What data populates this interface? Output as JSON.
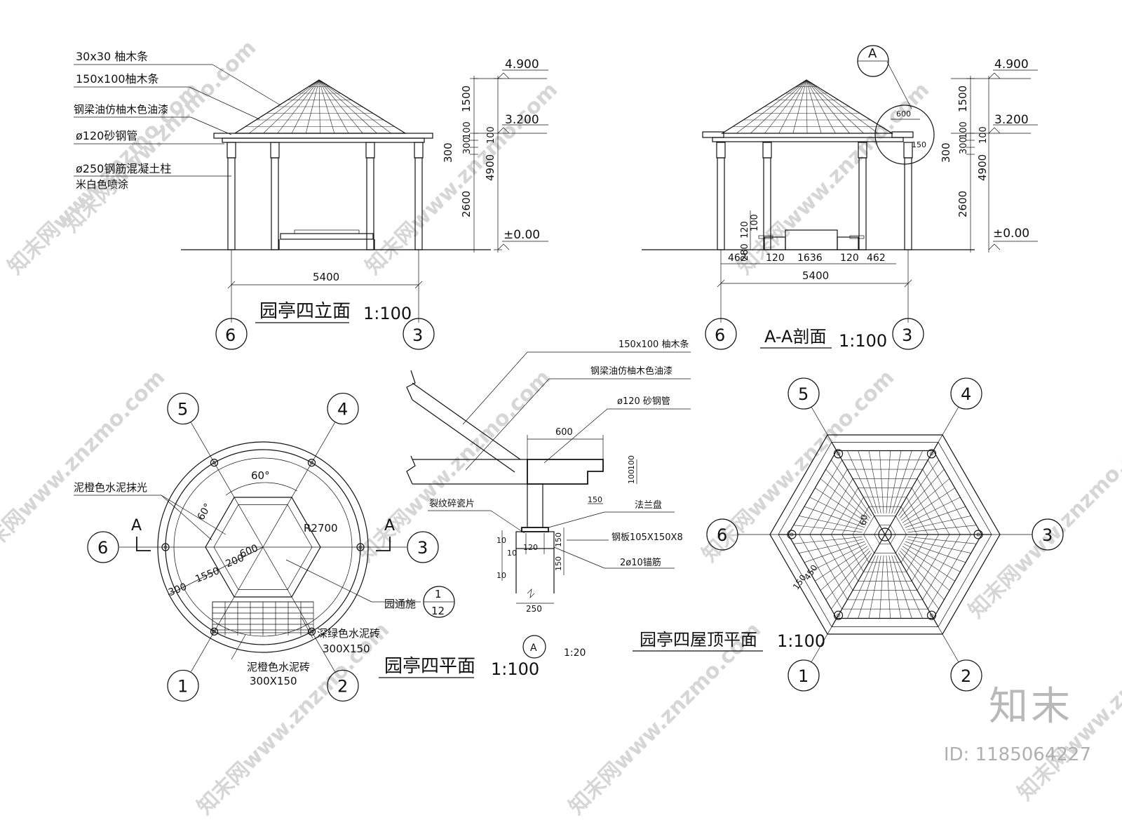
{
  "elevation": {
    "labels": [
      "30x30  柚木条",
      "150x100柚木条",
      "钢梁油仿柚木色油漆",
      "ø120砂钢管",
      "ø250钢筋混凝土柱",
      "米白色喷涂"
    ],
    "levels": [
      "4.900",
      "3.200",
      "±0.00"
    ],
    "dims_vertical": [
      "1500",
      "100",
      "300",
      "100",
      "2600",
      "300",
      "4900"
    ],
    "width": "5400",
    "title": "园亭四立面",
    "scale": "1:100",
    "axis_left": "6",
    "axis_right": "3"
  },
  "section": {
    "callout_letter": "A",
    "detail_dims": [
      "600",
      "150"
    ],
    "levels": [
      "4.900",
      "3.200",
      "±0.00"
    ],
    "dims_vertical": [
      "1500",
      "100",
      "300",
      "100",
      "2600",
      "300",
      "4900"
    ],
    "bench_dims_v": [
      "120",
      "100",
      "280"
    ],
    "bench_dims_h": [
      "462",
      "120",
      "1636",
      "120",
      "462"
    ],
    "width": "5400",
    "title": "A-A剖面",
    "scale": "1:100",
    "axis_left": "6",
    "axis_right": "3"
  },
  "plan": {
    "axes": [
      "5",
      "4",
      "6",
      "3",
      "1",
      "2"
    ],
    "angle_top": "60°",
    "angle_left": "60°",
    "radius": "R2700",
    "section_mark": "A",
    "dims": [
      "300",
      "1550",
      "200",
      "600"
    ],
    "labels": {
      "cement_orange": "泥橙色水泥抹光",
      "green_brick": "深绿色水泥砖",
      "green_brick_size": "300X150",
      "orange_brick": "泥橙色水泥砖",
      "orange_brick_size": "300X150",
      "ref_text": "园通施",
      "ref_num": "1",
      "ref_sheet": "12"
    },
    "title": "园亭四平面",
    "scale": "1:100"
  },
  "detail": {
    "labels": [
      "150x100 柚木条",
      "钢梁油仿柚木色油漆",
      "ø120 砂钢管",
      "裂纹碎瓷片",
      "法兰盘",
      "钢板105X150X8",
      "2ø10锚筋"
    ],
    "dims": [
      "600",
      "100",
      "100",
      "150",
      "120",
      "10",
      "150",
      "150",
      "10",
      "10",
      "250"
    ],
    "callout_letter": "A",
    "scale": "1:20"
  },
  "roof": {
    "axes": [
      "5",
      "4",
      "6",
      "3",
      "1",
      "2"
    ],
    "angle": "60",
    "dim": "150",
    "dim2": "450",
    "title": "园亭四屋顶平面",
    "scale": "1:100"
  },
  "watermark": {
    "text": "知末网www.znzmo.com",
    "brand": "知末",
    "id": "ID: 1185064227"
  }
}
